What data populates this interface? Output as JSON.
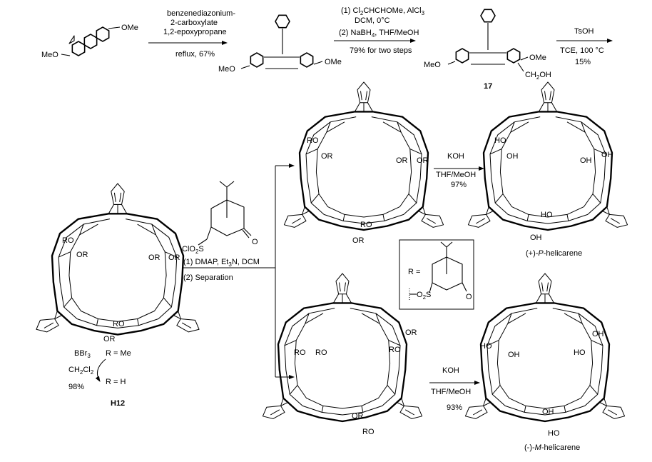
{
  "step1": {
    "reagent_1": "benzenediazonium-",
    "reagent_2": "2-carboxylate",
    "reagent_3": "1,2-epoxypropane",
    "condition": "reflux, 67%"
  },
  "step2": {
    "line1_pre": "(1) Cl",
    "line1_sub": "2",
    "line1_post": "CHCHOMe, AlCl",
    "line1_sub2": "3",
    "line2": "DCM, 0°C",
    "line3_pre": "(2) NaBH",
    "line3_sub": "4",
    "line3_post": ", THF/MeOH",
    "yield": "79% for two steps"
  },
  "step3": {
    "reagent": "TsOH",
    "condition": "TCE, 100 °C",
    "yield": "15%"
  },
  "compound_17": {
    "label": "17",
    "substituent_ome": "OMe",
    "substituent_ch2oh_pre": "CH",
    "substituent_ch2oh_sub": "2",
    "substituent_ch2oh_post": "OH",
    "meo": "MeO"
  },
  "sm_labels": {
    "ome": "OMe",
    "meo": "MeO"
  },
  "int1_labels": {
    "ome": "OMe",
    "meo": "MeO"
  },
  "resolution": {
    "camphor_label_pre": "ClO",
    "camphor_label_sub": "2",
    "camphor_label_post": "S",
    "camphor_o": "O",
    "step1_pre": "(1) DMAP, Et",
    "step1_sub": "3",
    "step1_post": "N, DCM",
    "step2": "(2) Separation"
  },
  "h12": {
    "label": "H12",
    "or": "OR",
    "ro": "RO",
    "r_me": "R = Me",
    "r_h": "R = H",
    "reagent1_pre": "BBr",
    "reagent1_sub": "3",
    "reagent2_pre": "CH",
    "reagent2_sub1": "2",
    "reagent2_mid": "Cl",
    "reagent2_sub2": "2",
    "yield": "98%"
  },
  "r_box": {
    "r_eq": "R =",
    "o2s_pre": "O",
    "o2s_sub": "2",
    "o2s_post": "S",
    "o": "O"
  },
  "hydrolysis_top": {
    "reagent": "KOH",
    "solvent": "THF/MeOH",
    "yield": "97%"
  },
  "hydrolysis_bottom": {
    "reagent": "KOH",
    "solvent": "THF/MeOH",
    "yield": "93%"
  },
  "products": {
    "p_pre": "(+)-",
    "p_ital": "P",
    "p_post": "-helicarene",
    "m_pre": "(-)-",
    "m_ital": "M",
    "m_post": "-helicarene",
    "oh": "OH",
    "ho": "HO"
  },
  "ester_labels": {
    "or": "OR",
    "ro": "RO"
  }
}
